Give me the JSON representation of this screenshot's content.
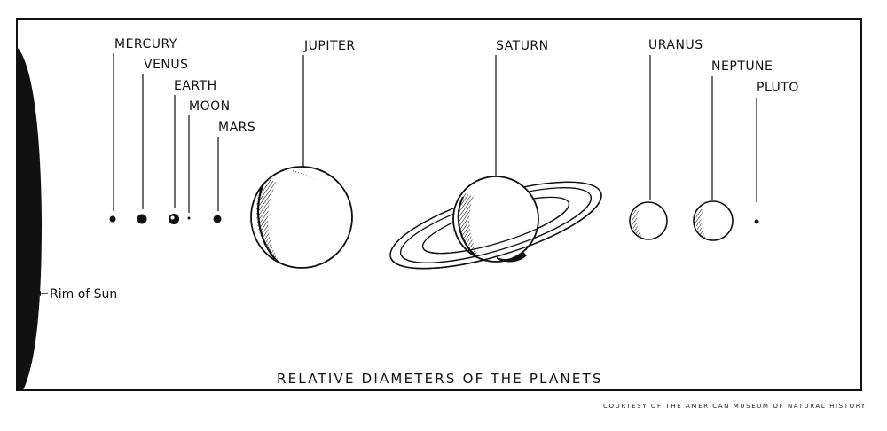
{
  "title": "RELATIVE DIAMETERS OF THE PLANETS",
  "credit": "COURTESY OF THE AMERICAN MUSEUM OF NATURAL HISTORY",
  "sun_label": "Rim of Sun",
  "planets": [
    {
      "key": "mercury",
      "label": "MERCURY"
    },
    {
      "key": "venus",
      "label": "VENUS"
    },
    {
      "key": "earth",
      "label": "EARTH"
    },
    {
      "key": "moon",
      "label": "MOON"
    },
    {
      "key": "mars",
      "label": "MARS"
    },
    {
      "key": "jupiter",
      "label": "JUPITER"
    },
    {
      "key": "saturn",
      "label": "SATURN"
    },
    {
      "key": "uranus",
      "label": "URANUS"
    },
    {
      "key": "neptune",
      "label": "NEPTUNE"
    },
    {
      "key": "pluto",
      "label": "PLUTO"
    }
  ],
  "colors": {
    "ink": "#111111",
    "background": "#ffffff"
  }
}
